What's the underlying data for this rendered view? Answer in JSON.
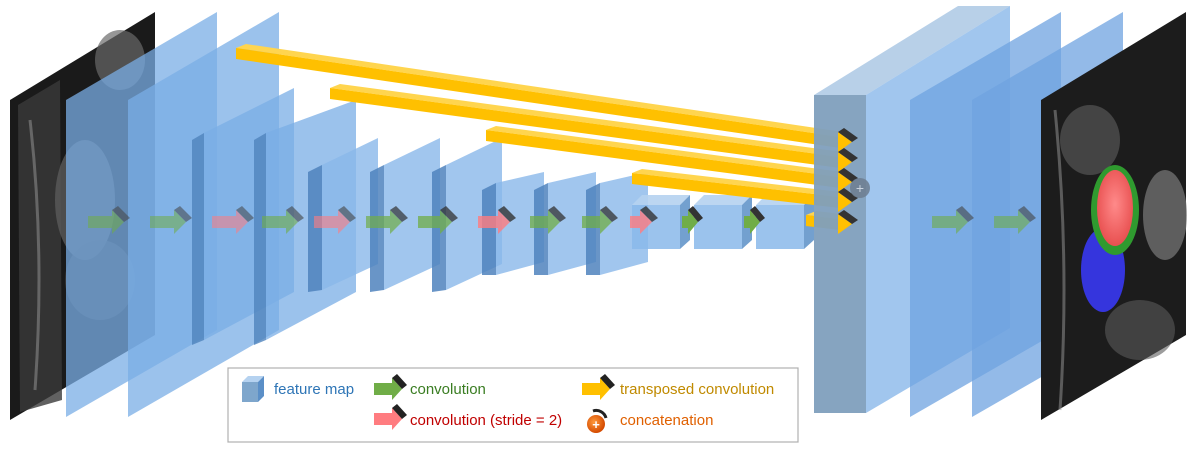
{
  "legend": {
    "feature_map": "feature map",
    "convolution": "convolution",
    "convolution_stride": "convolution (stride = 2)",
    "transposed_convolution": "transposed convolution",
    "concatenation": "concatenation"
  },
  "colors": {
    "feature_map_text": "#2e75b6",
    "convolution_text": "#3a7d22",
    "stride_text": "#c00000",
    "transposed_text": "#c08a00",
    "concat_text": "#e06000",
    "block_face": "#9dc3e6",
    "block_side": "#5b8fc7",
    "yellow": "#ffc000",
    "green": "#70ad47",
    "red": "#ff7c80"
  },
  "icons": {
    "input_image": "mri-scan-image",
    "output_image": "segmented-mri-image",
    "concat": "plus-circle-icon"
  }
}
